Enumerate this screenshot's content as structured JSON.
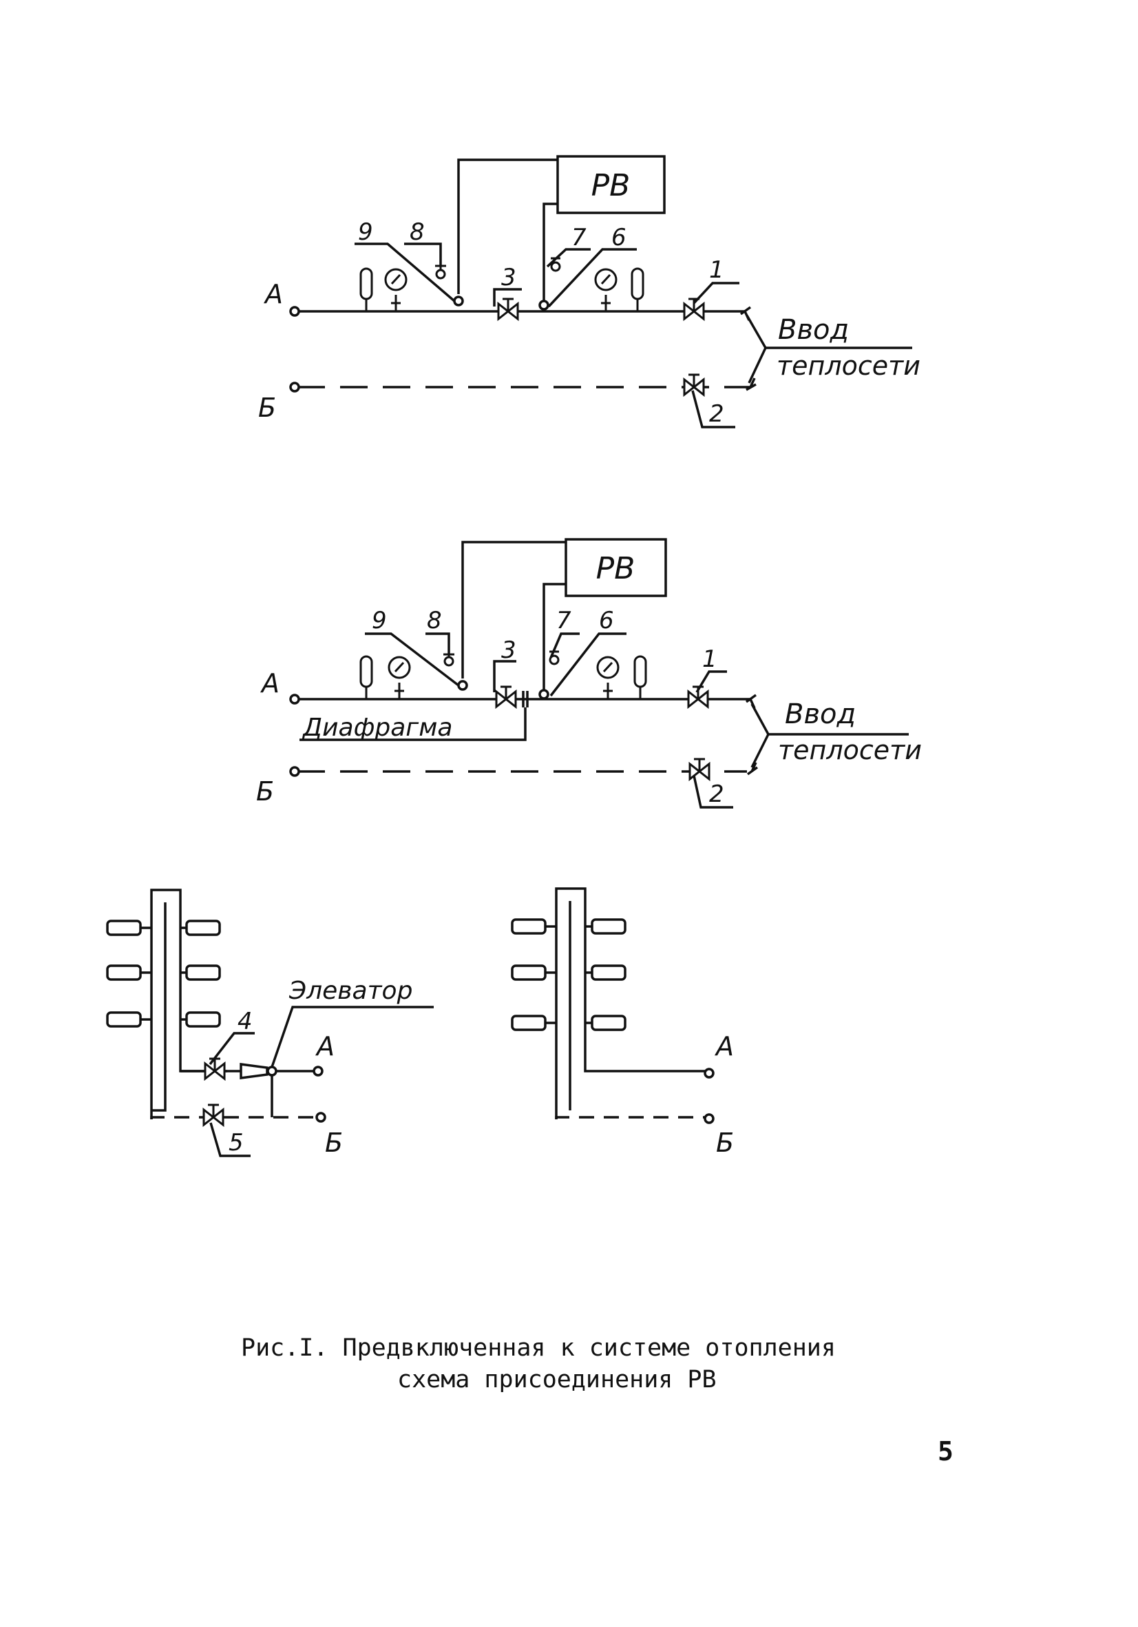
{
  "diagram1": {
    "regulator": "РВ",
    "supply_label": "А",
    "return_label": "Б",
    "inlet_label_line1": "Ввод",
    "inlet_label_line2": "теплосети",
    "callouts": [
      "1",
      "2",
      "3",
      "6",
      "7",
      "8",
      "9"
    ]
  },
  "diagram2": {
    "regulator": "РВ",
    "supply_label": "А",
    "return_label": "Б",
    "inlet_label_line1": "Ввод",
    "inlet_label_line2": "теплосети",
    "diaphragm_label": "Диафрагма",
    "callouts": [
      "1",
      "2",
      "3",
      "6",
      "7",
      "8",
      "9"
    ]
  },
  "diagram3": {
    "elevator_label": "Элеватор",
    "supply_label": "А",
    "return_label": "Б",
    "callouts": [
      "4",
      "5"
    ]
  },
  "diagram4": {
    "supply_label": "А",
    "return_label": "Б"
  },
  "caption": {
    "line1": "Рис.I. Предвключенная к системе отопления",
    "line2": "схема присоединения РВ"
  },
  "page_number": "5"
}
